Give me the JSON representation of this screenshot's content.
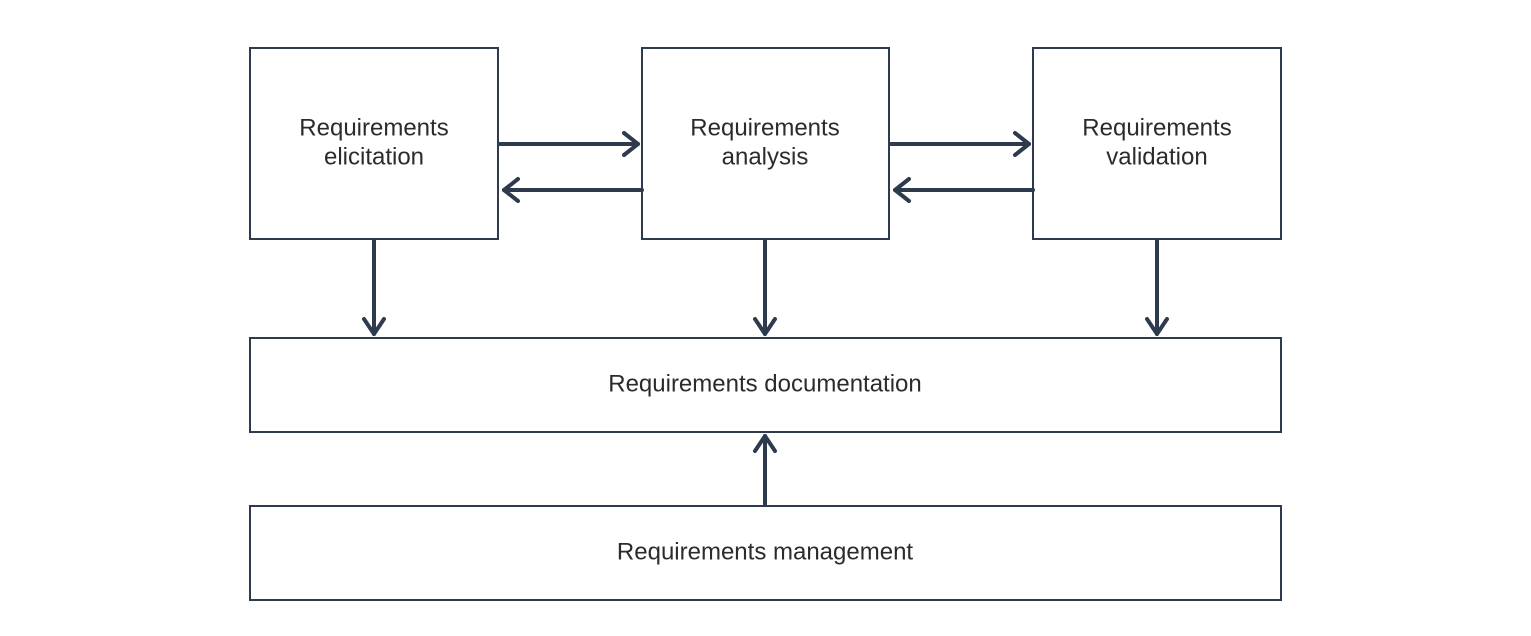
{
  "colors": {
    "node_border": "#2e3a4d",
    "arrow": "#2e3a4d",
    "text": "#2b2b2b",
    "background": "#ffffff"
  },
  "nodes": {
    "elicitation": {
      "line1": "Requirements",
      "line2": "elicitation"
    },
    "analysis": {
      "line1": "Requirements",
      "line2": "analysis"
    },
    "validation": {
      "line1": "Requirements",
      "line2": "validation"
    },
    "documentation": {
      "label": "Requirements documentation"
    },
    "management": {
      "label": "Requirements management"
    }
  },
  "edges": [
    {
      "from": "elicitation",
      "to": "analysis"
    },
    {
      "from": "analysis",
      "to": "elicitation"
    },
    {
      "from": "analysis",
      "to": "validation"
    },
    {
      "from": "validation",
      "to": "analysis"
    },
    {
      "from": "elicitation",
      "to": "documentation"
    },
    {
      "from": "analysis",
      "to": "documentation"
    },
    {
      "from": "validation",
      "to": "documentation"
    },
    {
      "from": "management",
      "to": "documentation"
    }
  ]
}
